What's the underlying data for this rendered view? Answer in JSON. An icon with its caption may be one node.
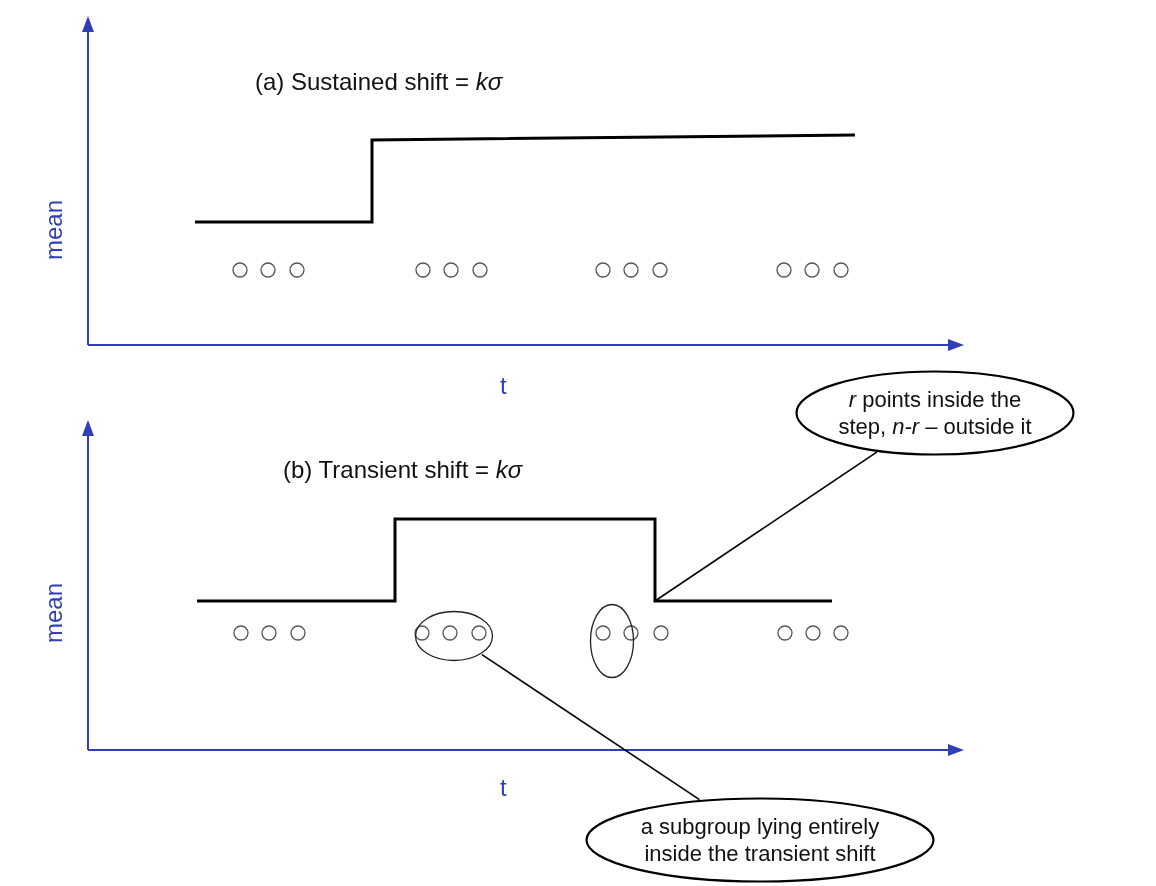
{
  "diagram": {
    "nodes": [
      {
        "text": [
          "*r* points inside the step, *n-r* – outside it"
        ]
      },
      {
        "text": [],
        "shape": "circle"
      },
      {
        "text": [],
        "shape": "circle"
      },
      {
        "text": [
          "a subgroup lying entirely inside the transient shift"
        ]
      }
    ],
    "edges": [
      {
        "from": 0,
        "to": null,
        "arrow": "none"
      },
      {
        "from": 3,
        "to": 1,
        "arrow": "none"
      }
    ],
    "labels": [
      "(a) Sustained shift = *kσ*",
      "mean",
      "t",
      "(b) Transient shift = *kσ*",
      "mean",
      "t"
    ]
  }
}
